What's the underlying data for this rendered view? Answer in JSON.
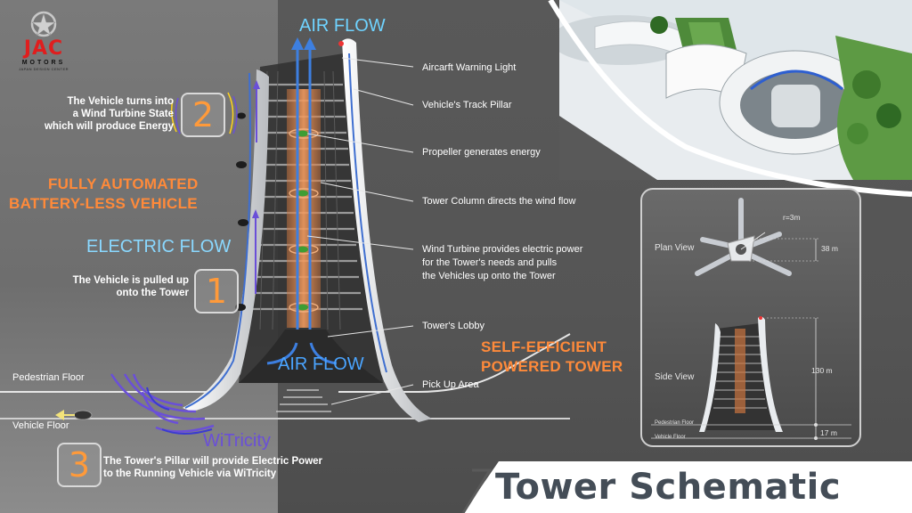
{
  "brand": {
    "name": "JAC",
    "sub": "MOTORS",
    "tagline": "JAPAN DESIGN CENTER"
  },
  "flow": {
    "air_top": "AIR FLOW",
    "air_bottom": "AIR FLOW",
    "electric": "ELECTRIC FLOW",
    "witricity": "WiTricity"
  },
  "steps": [
    {
      "number": "2",
      "line1": "The Vehicle turns into",
      "line2": "a Wind Turbine State",
      "line3": "which will produce Energy"
    },
    {
      "number": "1",
      "line1": "The Vehicle is pulled up",
      "line2": "onto the Tower"
    },
    {
      "number": "3",
      "line1": "The Tower's Pillar will provide Electric Power",
      "line2": "to the Running Vehicle via WiTricity"
    }
  ],
  "headline_left": {
    "line1": "FULLY AUTOMATED",
    "line2": "BATTERY-LESS VEHICLE"
  },
  "headline_right": {
    "line1": "SELF-EFFICIENT",
    "line2": "POWERED TOWER"
  },
  "floors": {
    "pedestrian": "Pedestrian Floor",
    "vehicle": "Vehicle Floor"
  },
  "callouts": [
    {
      "text": "Aircarft Warning Light"
    },
    {
      "text": "Vehicle's Track Pillar"
    },
    {
      "text": "Propeller generates energy"
    },
    {
      "text": "Tower Column directs the wind flow"
    },
    {
      "line1": "Wind Turbine provides electric power",
      "line2": "for the Tower's needs and pulls",
      "line3": "the Vehicles up onto the Tower"
    },
    {
      "text": "Tower's Lobby"
    },
    {
      "text": "Pick Up Area"
    }
  ],
  "specs": {
    "plan_label": "Plan View",
    "side_label": "Side View",
    "radius": "r=3m",
    "width": "38 m",
    "height": "130 m",
    "base": "17 m",
    "ped_floor": "Pedestrian Floor",
    "veh_floor": "Vehicle Floor"
  },
  "title": "Tower Schematic",
  "colors": {
    "orange": "#ff8a3a",
    "air_blue": "#6fd3ff",
    "electric_purple": "#6a4fd8",
    "logo_red": "#e01e1e",
    "title_gray": "#444d57"
  }
}
